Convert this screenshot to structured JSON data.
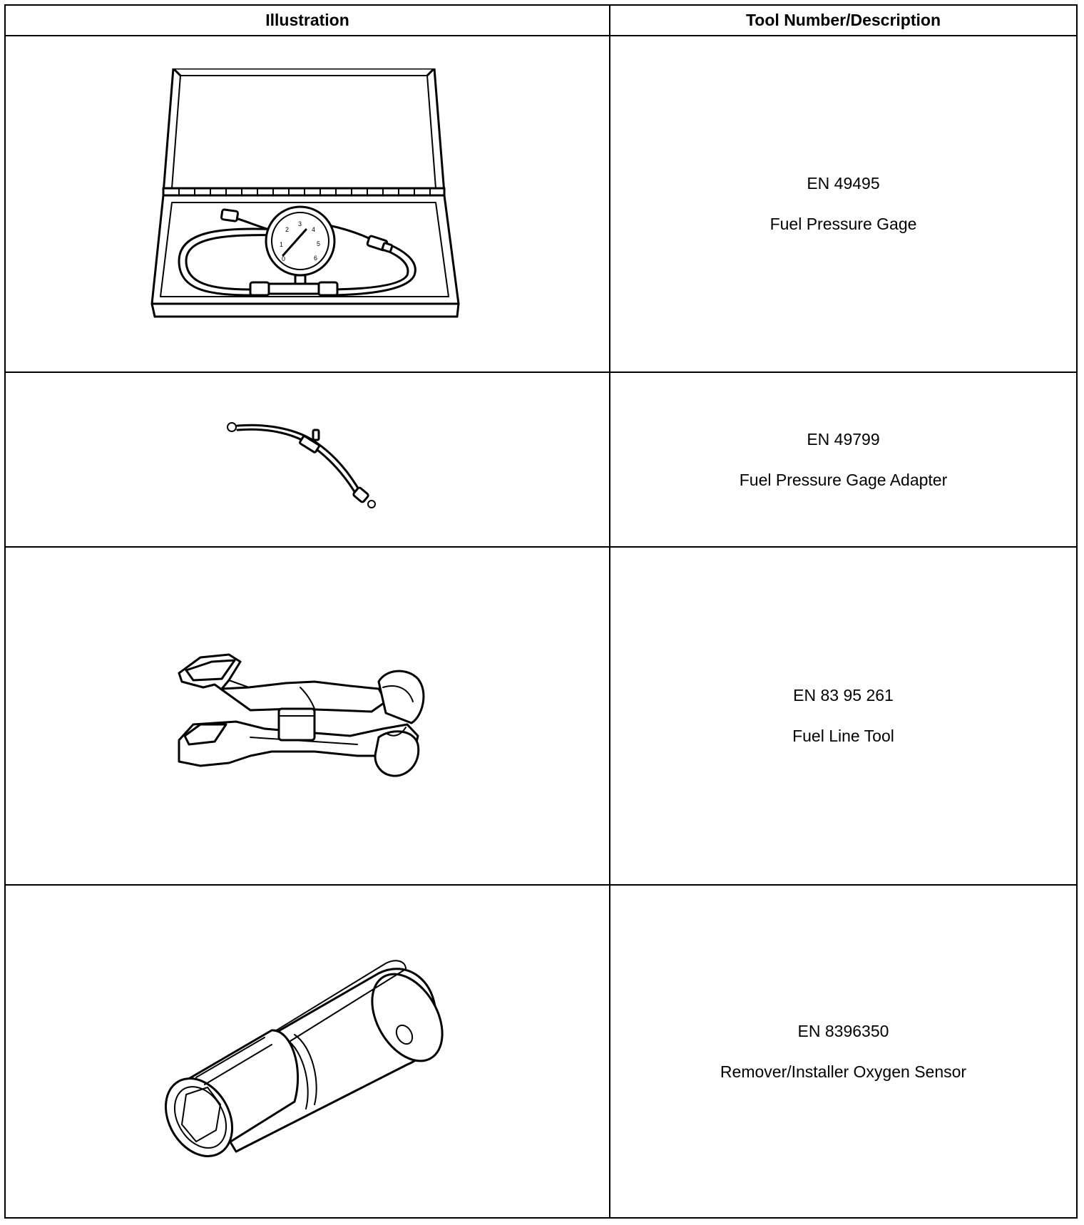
{
  "header": {
    "illustration": "Illustration",
    "tool_col": "Tool Number/Description"
  },
  "rows": [
    {
      "number": "EN 49495",
      "description": "Fuel Pressure Gage",
      "image_icon": "fuel-pressure-gage-kit-illustration"
    },
    {
      "number": "EN 49799",
      "description": "Fuel Pressure Gage Adapter",
      "image_icon": "fuel-pressure-gage-adapter-illustration"
    },
    {
      "number": "EN 83 95 261",
      "description": "Fuel Line Tool",
      "image_icon": "fuel-line-tool-illustration"
    },
    {
      "number": "EN 8396350",
      "description": "Remover/Installer Oxygen Sensor",
      "image_icon": "oxygen-sensor-socket-illustration"
    }
  ],
  "gauge_dial": [
    "0",
    "1",
    "2",
    "3",
    "4",
    "5",
    "6"
  ]
}
